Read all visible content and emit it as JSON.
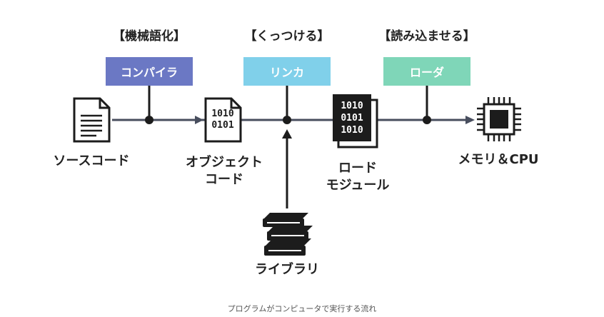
{
  "stages": [
    {
      "title": "【機械語化】",
      "box_label": "コンパイラ",
      "color": "#6b78c4"
    },
    {
      "title": "【くっつける】",
      "box_label": "リンカ",
      "color": "#80d0ea"
    },
    {
      "title": "【読み込ませる】",
      "box_label": "ローダ",
      "color": "#7fd6b8"
    }
  ],
  "nodes": {
    "source_code": "ソースコード",
    "object_code_line1": "オブジェクト",
    "object_code_line2": "コード",
    "load_module_line1": "ロード",
    "load_module_line2": "モジュール",
    "memory_cpu": "メモリ＆CPU",
    "library": "ライブラリ"
  },
  "binary": {
    "object_code": [
      "1010",
      "0101"
    ],
    "load_module": [
      "1010",
      "0101",
      "1010"
    ]
  },
  "icons": [
    "document-icon",
    "object-file-icon",
    "load-module-icon",
    "cpu-chip-icon",
    "books-icon"
  ],
  "line_color": "#484e5e",
  "caption": "プログラムがコンピュータで実行する流れ"
}
